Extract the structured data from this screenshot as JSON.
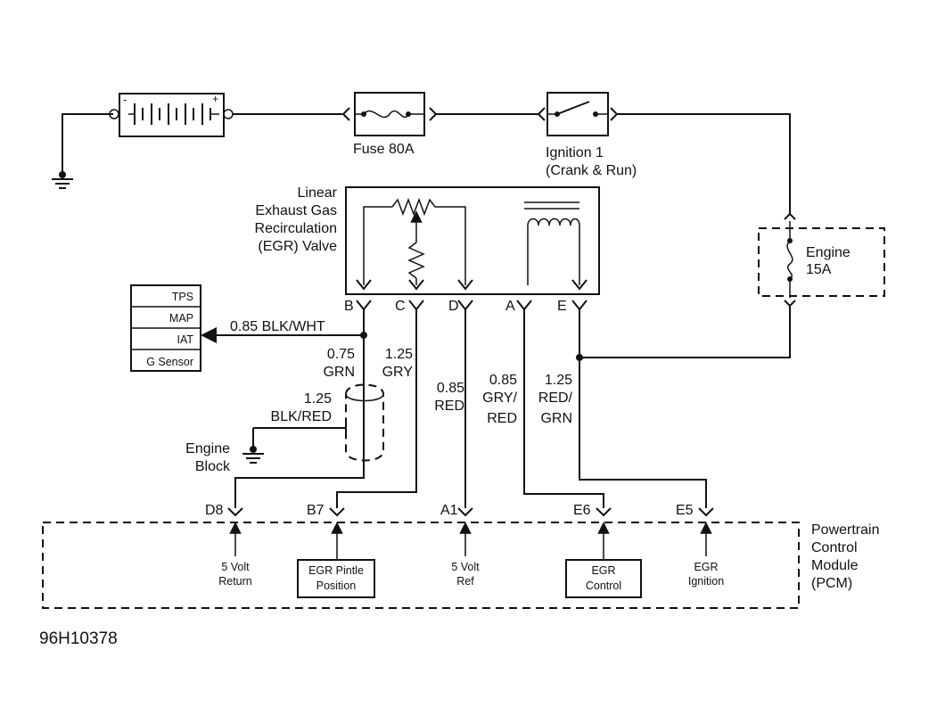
{
  "battery": {
    "neg": "-",
    "pos": "+"
  },
  "fuse": {
    "label": "Fuse 80A"
  },
  "ignition": {
    "line1": "Ignition 1",
    "line2": "(Crank & Run)"
  },
  "engine_fuse": {
    "line1": "Engine",
    "line2": "15A"
  },
  "egr_valve": {
    "line1": "Linear",
    "line2": "Exhaust Gas",
    "line3": "Recirculation",
    "line4": "(EGR) Valve"
  },
  "valve_pins": [
    "B",
    "C",
    "D",
    "A",
    "E"
  ],
  "sensors": [
    "TPS",
    "MAP",
    "IAT",
    "G Sensor"
  ],
  "wires": {
    "blk_wht": "0.85 BLK/WHT",
    "grn_1": "0.75",
    "grn_2": "GRN",
    "gry_1": "1.25",
    "gry_2": "GRY",
    "blk_red_1": "1.25",
    "blk_red_2": "BLK/RED",
    "red_1": "0.85",
    "red_2": "RED",
    "gry_red_1": "0.85",
    "gry_red_2": "GRY/",
    "gry_red_3": "RED",
    "red_grn_1": "1.25",
    "red_grn_2": "RED/",
    "red_grn_3": "GRN"
  },
  "engine_block": {
    "line1": "Engine",
    "line2": "Block"
  },
  "pcm_pins": [
    "D8",
    "B7",
    "A1",
    "E6",
    "E5"
  ],
  "pcm_circuits": {
    "five_volt_return": [
      "5 Volt",
      "Return"
    ],
    "egr_pintle": [
      "EGR Pintle",
      "Position"
    ],
    "five_volt_ref": [
      "5 Volt",
      "Ref"
    ],
    "egr_control": [
      "EGR",
      "Control"
    ],
    "egr_ignition": [
      "EGR",
      "Ignition"
    ]
  },
  "pcm": {
    "line1": "Powertrain",
    "line2": "Control",
    "line3": "Module",
    "line4": "(PCM)"
  },
  "figure_id": "96H10378"
}
